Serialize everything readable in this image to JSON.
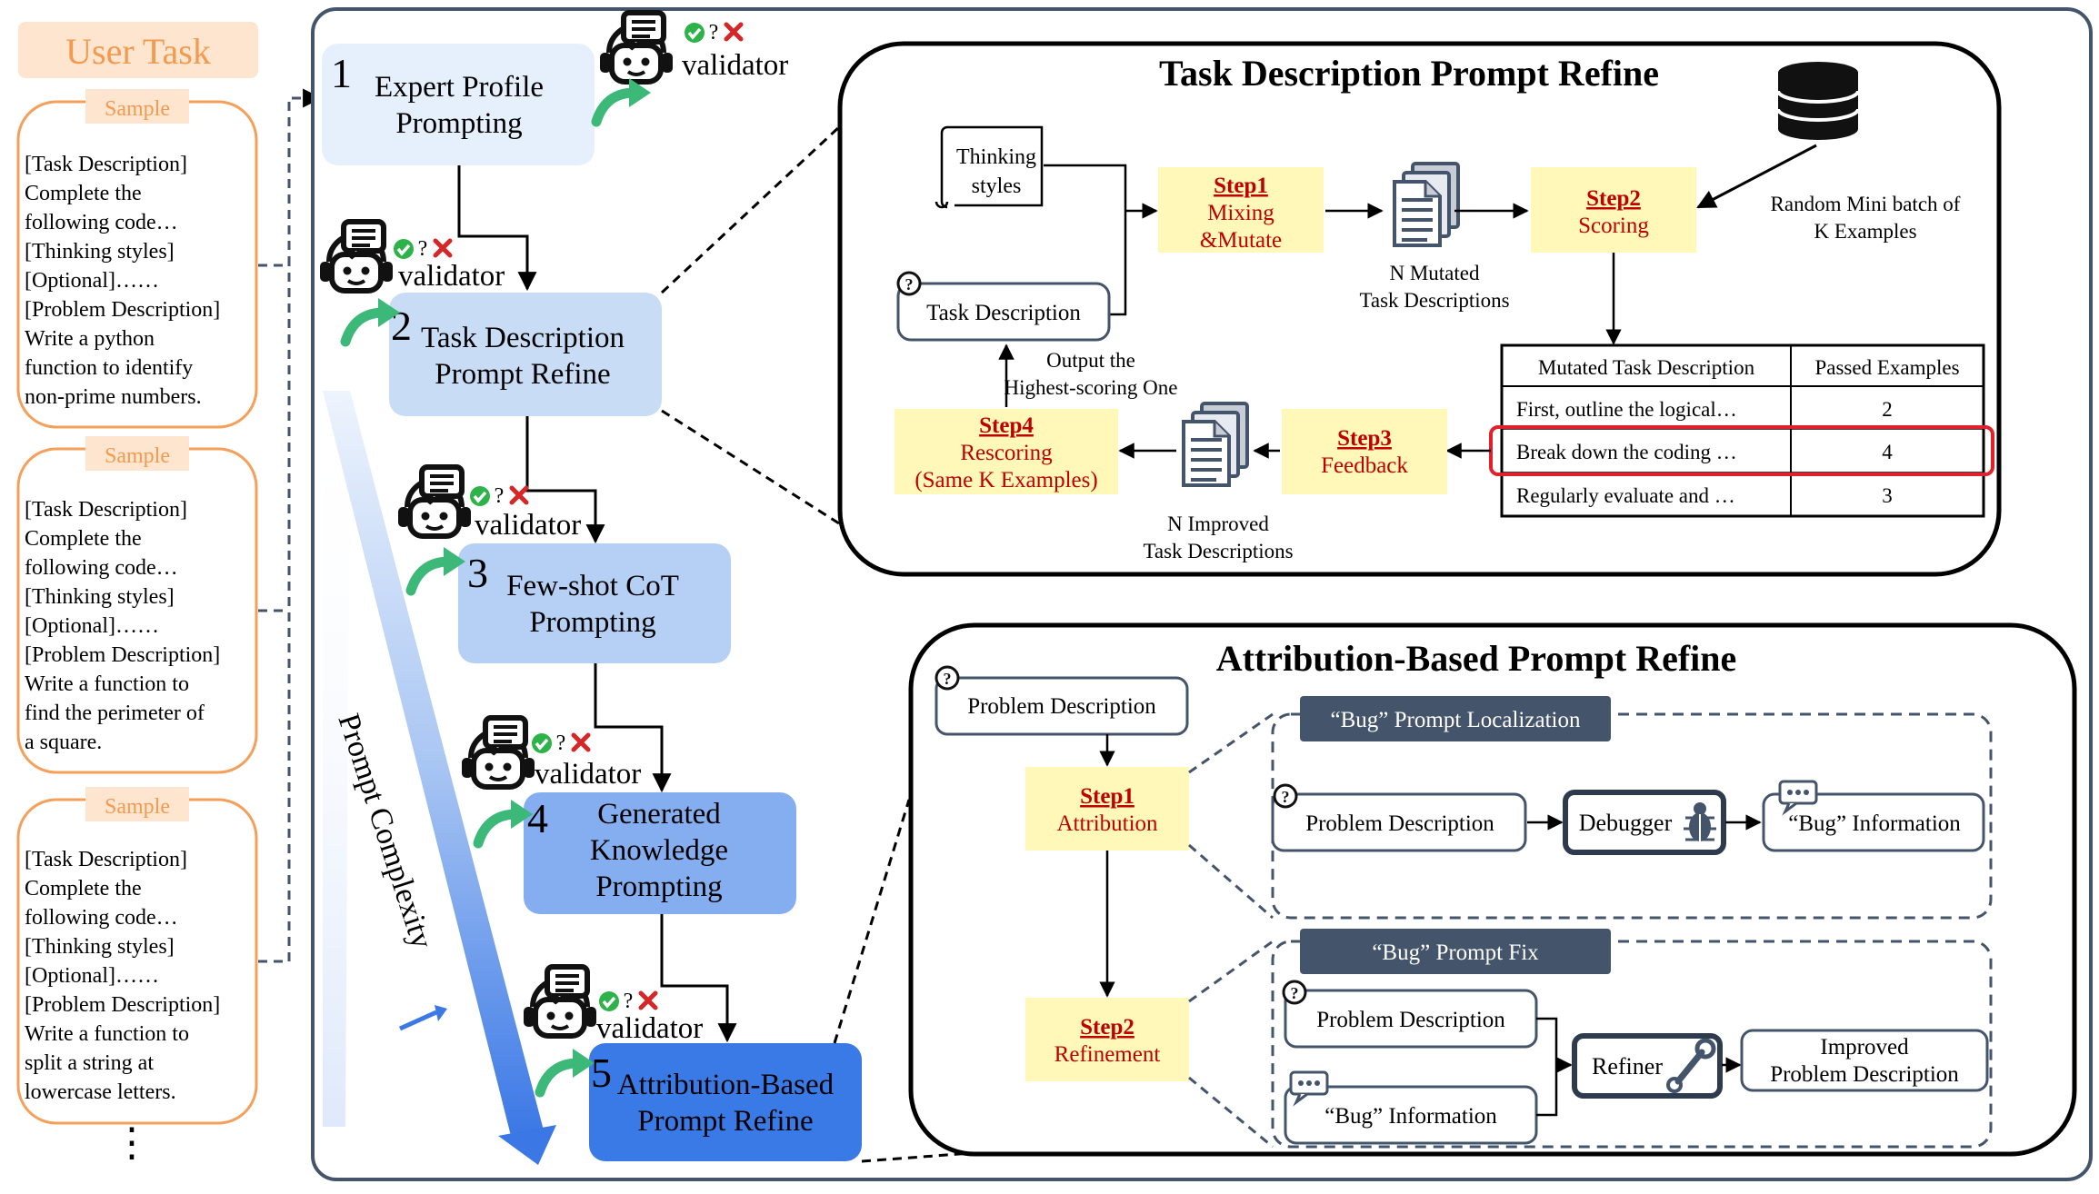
{
  "user_task": {
    "title": "User Task",
    "samples": [
      {
        "tag": "Sample",
        "lines": [
          "[Task Description]",
          "Complete the",
          "following code…",
          "[Thinking styles]",
          "[Optional]……",
          "[Problem Description]",
          "Write a python",
          "function to identify",
          "non-prime numbers."
        ]
      },
      {
        "tag": "Sample",
        "lines": [
          "[Task Description]",
          "Complete the",
          "following code…",
          "[Thinking styles]",
          "[Optional]……",
          "[Problem Description]",
          "Write a function to",
          "find the perimeter of",
          "a square."
        ]
      },
      {
        "tag": "Sample",
        "lines": [
          "[Task Description]",
          "Complete the",
          "following code…",
          "[Thinking styles]",
          "[Optional]……",
          "[Problem Description]",
          "Write a function to",
          "split a string at",
          "lowercase letters."
        ]
      }
    ],
    "ellipsis": "⋮"
  },
  "pipeline": {
    "validator_label": "validator",
    "validator_q": "?",
    "complexity_label": "Prompt Complexity",
    "stages": [
      {
        "num": "1",
        "lines": [
          "Expert Profile",
          "Prompting"
        ],
        "color": "#e6effc"
      },
      {
        "num": "2",
        "lines": [
          "Task Description",
          "Prompt Refine"
        ],
        "color": "#c9dcf6"
      },
      {
        "num": "3",
        "lines": [
          "Few-shot CoT",
          "Prompting"
        ],
        "color": "#b5cff5"
      },
      {
        "num": "4",
        "lines": [
          "Generated",
          "Knowledge",
          "Prompting"
        ],
        "color": "#85aef0"
      },
      {
        "num": "5",
        "lines": [
          "Attribution-Based",
          "Prompt Refine"
        ],
        "color": "#3a7ae6"
      }
    ]
  },
  "task_refine": {
    "title": "Task Description Prompt Refine",
    "thinking_styles": [
      "Thinking",
      "styles"
    ],
    "task_description": "Task Description",
    "step1": {
      "step": "Step1",
      "lines": [
        "Mixing",
        "&Mutate"
      ]
    },
    "step2": {
      "step": "Step2",
      "lines": [
        "Scoring"
      ]
    },
    "step3": {
      "step": "Step3",
      "lines": [
        "Feedback"
      ]
    },
    "step4": {
      "step": "Step4",
      "lines": [
        "Rescoring",
        "(Same K Examples)"
      ]
    },
    "mutated_label": [
      "N Mutated",
      "Task Descriptions"
    ],
    "improved_label": [
      "N Improved",
      "Task Descriptions"
    ],
    "random_batch": [
      "Random Mini batch of",
      "K Examples"
    ],
    "output_label": [
      "Output the",
      "Highest-scoring One"
    ],
    "table": {
      "headers": [
        "Mutated Task Description",
        "Passed Examples"
      ],
      "rows": [
        [
          "First, outline the logical…",
          "2"
        ],
        [
          "Break down the coding …",
          "4"
        ],
        [
          "Regularly evaluate and …",
          "3"
        ]
      ],
      "highlight_row": 1
    }
  },
  "attr_refine": {
    "title": "Attribution-Based Prompt Refine",
    "problem_description": "Problem Description",
    "step1": {
      "step": "Step1",
      "lines": [
        "Attribution"
      ]
    },
    "step2": {
      "step": "Step2",
      "lines": [
        "Refinement"
      ]
    },
    "localization": {
      "title": "“Bug” Prompt Localization",
      "problem": "Problem Description",
      "debugger": "Debugger",
      "bug_info": "“Bug” Information"
    },
    "fix": {
      "title": "“Bug” Prompt Fix",
      "problem": "Problem Description",
      "bug_info": "“Bug” Information",
      "refiner": "Refiner",
      "improved": [
        "Improved",
        "Problem Description"
      ]
    }
  },
  "colors": {
    "orange": "#f5a05a",
    "step_fill": "#fff8b8",
    "step_red": "#c00000",
    "green_arrow": "#3cb878",
    "check_green": "#2db34a",
    "cross_red": "#d62728",
    "dark_slate": "#44546a",
    "highlight_red": "#e0202a"
  }
}
